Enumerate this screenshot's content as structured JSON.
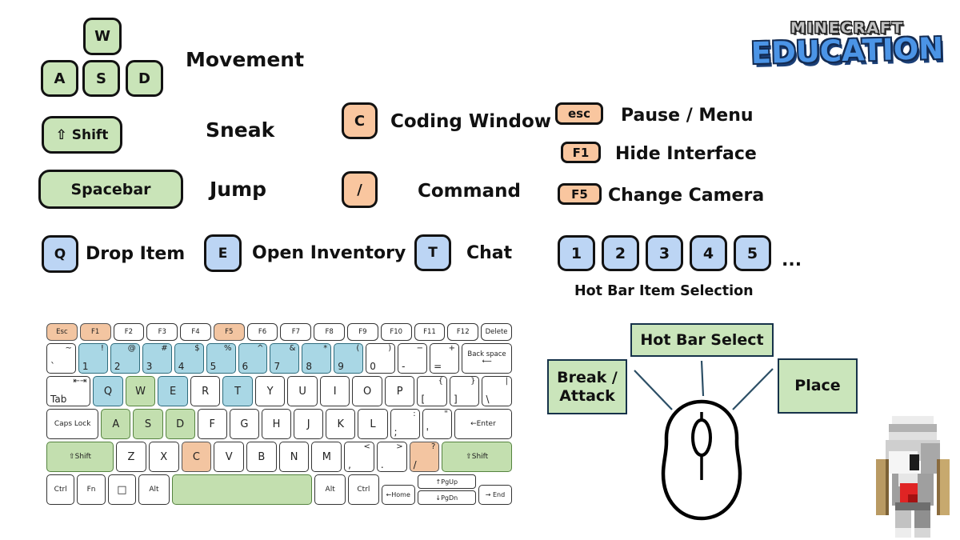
{
  "colors": {
    "key_green": "#c9e4b8",
    "key_blue": "#bcd5f4",
    "key_orange": "#f9c69f",
    "kb_green": "#c3dfaf",
    "kb_blue": "#a9d7e5",
    "kb_orange": "#f3c5a1",
    "line": "#2c4f66",
    "logo_gray": "#c2c2c2",
    "logo_blue": "#4b94e6"
  },
  "logo": {
    "line1": "MINECRAFT",
    "line2": "EDUCATION"
  },
  "legend": {
    "movement_keys": {
      "w": "W",
      "a": "A",
      "s": "S",
      "d": "D"
    },
    "movement_label": "Movement",
    "sneak_key": "⇧ Shift",
    "sneak_label": "Sneak",
    "jump_key": "Spacebar",
    "jump_label": "Jump",
    "coding_key": "C",
    "coding_label": "Coding Window",
    "command_key": "/",
    "command_label": "Command",
    "pause_key": "esc",
    "pause_label": "Pause / Menu",
    "hide_key": "F1",
    "hide_label": "Hide Interface",
    "camera_key": "F5",
    "camera_label": "Change Camera",
    "drop_key": "Q",
    "drop_label": "Drop Item",
    "inventory_key": "E",
    "inventory_label": "Open Inventory",
    "chat_key": "T",
    "chat_label": "Chat",
    "hotbar_keys": [
      "1",
      "2",
      "3",
      "4",
      "5"
    ],
    "hotbar_ellipsis": "...",
    "hotbar_label": "Hot Bar Item Selection"
  },
  "keyboard": {
    "rows": [
      [
        {
          "t": "Esc",
          "c": "orange"
        },
        {
          "t": "F1",
          "c": "orange"
        },
        {
          "t": "F2"
        },
        {
          "t": "F3"
        },
        {
          "t": "F4"
        },
        {
          "t": "F5",
          "c": "orange"
        },
        {
          "t": "F6"
        },
        {
          "t": "F7"
        },
        {
          "t": "F8"
        },
        {
          "t": "F9"
        },
        {
          "t": "F10"
        },
        {
          "t": "F11"
        },
        {
          "t": "F12"
        },
        {
          "t": "Delete"
        }
      ],
      [
        {
          "t": "`",
          "s": "~"
        },
        {
          "t": "1",
          "s": "!",
          "c": "blue"
        },
        {
          "t": "2",
          "s": "@",
          "c": "blue"
        },
        {
          "t": "3",
          "s": "#",
          "c": "blue"
        },
        {
          "t": "4",
          "s": "$",
          "c": "blue"
        },
        {
          "t": "5",
          "s": "%",
          "c": "blue"
        },
        {
          "t": "6",
          "s": "^",
          "c": "blue"
        },
        {
          "t": "7",
          "s": "&",
          "c": "blue"
        },
        {
          "t": "8",
          "s": "*",
          "c": "blue"
        },
        {
          "t": "9",
          "s": "(",
          "c": "blue"
        },
        {
          "t": "0",
          "s": ")"
        },
        {
          "t": "-",
          "s": "−"
        },
        {
          "t": "=",
          "s": "+"
        },
        {
          "lines": [
            "Back space",
            "⟵"
          ],
          "w": 1.75
        }
      ],
      [
        {
          "t": "Tab",
          "s": "⇤⇥",
          "w": 1.5,
          "sm": true
        },
        {
          "t": "Q",
          "c": "blue"
        },
        {
          "t": "W",
          "c": "green"
        },
        {
          "t": "E",
          "c": "blue"
        },
        {
          "t": "R"
        },
        {
          "t": "T",
          "c": "blue"
        },
        {
          "t": "Y"
        },
        {
          "t": "U"
        },
        {
          "t": "I"
        },
        {
          "t": "O"
        },
        {
          "t": "P"
        },
        {
          "t": "[",
          "s": "{"
        },
        {
          "t": "]",
          "s": "}"
        },
        {
          "t": "\\",
          "s": "|"
        }
      ],
      [
        {
          "t": "Caps Lock",
          "w": 1.8,
          "sm": true
        },
        {
          "t": "A",
          "c": "green"
        },
        {
          "t": "S",
          "c": "green"
        },
        {
          "t": "D",
          "c": "green"
        },
        {
          "t": "F"
        },
        {
          "t": "G"
        },
        {
          "t": "H"
        },
        {
          "t": "J"
        },
        {
          "t": "K"
        },
        {
          "t": "L"
        },
        {
          "t": ";",
          "s": ":"
        },
        {
          "t": "'",
          "s": "\""
        },
        {
          "t": "←Enter",
          "w": 2,
          "sm": true
        }
      ],
      [
        {
          "t": "⇧Shift",
          "w": 2.3,
          "c": "green",
          "sm": true
        },
        {
          "t": "Z"
        },
        {
          "t": "X"
        },
        {
          "t": "C",
          "c": "orange"
        },
        {
          "t": "V"
        },
        {
          "t": "B"
        },
        {
          "t": "N"
        },
        {
          "t": "M"
        },
        {
          "t": ",",
          "s": "<"
        },
        {
          "t": ".",
          "s": ">"
        },
        {
          "t": "/",
          "s": "?",
          "c": "orange"
        },
        {
          "t": "⇧Shift",
          "w": 2.4,
          "c": "green",
          "sm": true
        }
      ],
      [
        {
          "t": "Ctrl",
          "sm": true
        },
        {
          "t": "Fn",
          "sm": true
        },
        {
          "t": "□"
        },
        {
          "t": "Alt",
          "sm": true,
          "w": 1.1
        },
        {
          "t": "",
          "c": "green",
          "w": 5.2
        },
        {
          "t": "Alt",
          "sm": true,
          "w": 1.1
        },
        {
          "t": "Ctrl",
          "sm": true,
          "w": 1.1
        },
        {
          "t": "←Home",
          "low": true,
          "w": 1.2
        },
        {
          "stack": [
            "↑PgUp",
            "↓PgDn"
          ],
          "w": 1.3
        },
        {
          "t": "→ End",
          "low": true,
          "w": 1.2
        }
      ]
    ]
  },
  "mouse": {
    "left_button_label": "Break / Attack",
    "left_button_lines": [
      "Break /",
      "Attack"
    ],
    "wheel_label": "Hot Bar Select",
    "right_button_label": "Place"
  }
}
